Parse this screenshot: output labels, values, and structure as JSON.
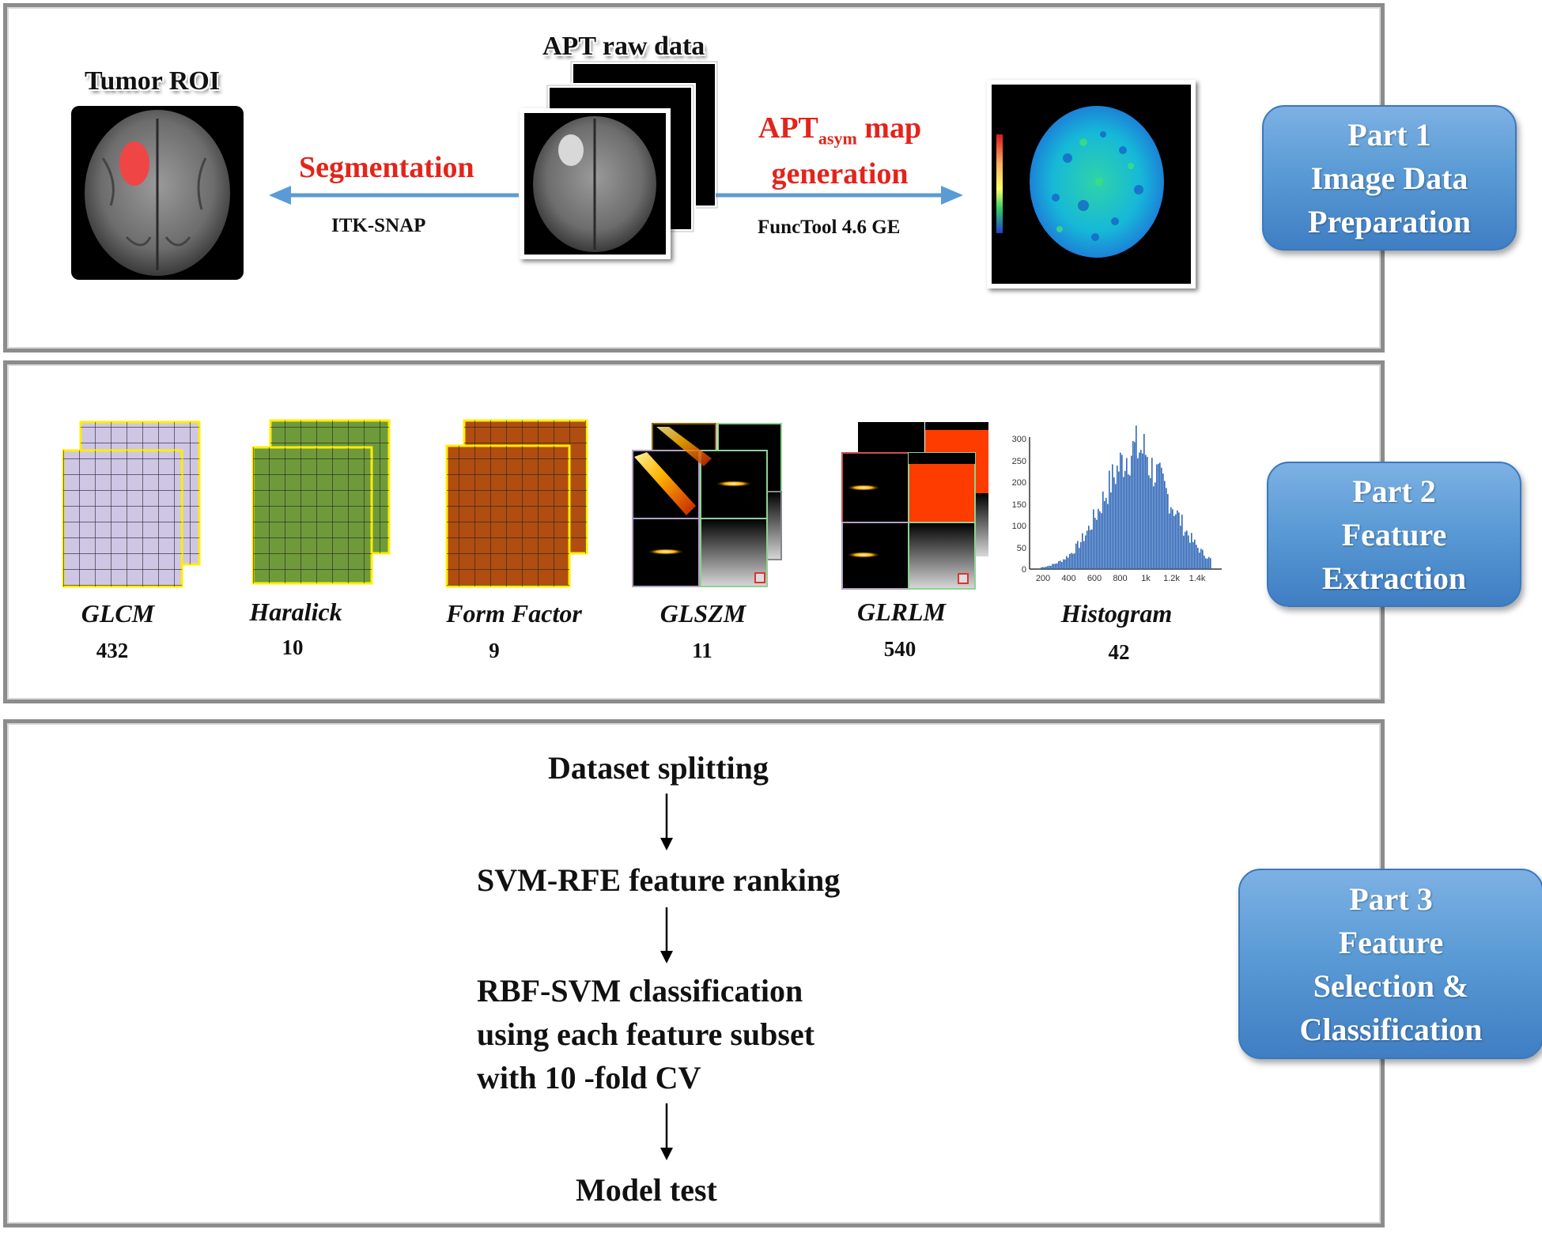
{
  "part1": {
    "badge": [
      "Part 1",
      "Image Data",
      "Preparation"
    ],
    "tumor_roi_title": "Tumor  ROI",
    "apt_raw_title": "APT raw data",
    "segmentation_label": "Segmentation",
    "segmentation_tool": "ITK-SNAP",
    "map_label_main": "APT",
    "map_label_sub": "asym",
    "map_label_rest": " map",
    "map_label_line2": "generation",
    "map_tool": "FuncTool 4.6 GE"
  },
  "part2": {
    "badge": [
      "Part 2",
      "Feature",
      "Extraction"
    ],
    "features": [
      {
        "name": "GLCM",
        "count": "432"
      },
      {
        "name": "Haralick",
        "count": "10"
      },
      {
        "name": "Form Factor",
        "count": "9"
      },
      {
        "name": "GLSZM",
        "count": "11"
      },
      {
        "name": "GLRLM",
        "count": "540"
      },
      {
        "name": "Histogram",
        "count": "42"
      }
    ],
    "histogram": {
      "y_ticks": [
        "300",
        "250",
        "200",
        "150",
        "100",
        "50",
        "0"
      ],
      "x_ticks": [
        "200",
        "400",
        "600",
        "800",
        "1k",
        "1.2k",
        "1.4k"
      ]
    }
  },
  "part3": {
    "badge": [
      "Part 3",
      "Feature",
      "Selection &",
      "Classification"
    ],
    "steps": [
      [
        "Dataset splitting"
      ],
      [
        "SVM-RFE feature ranking"
      ],
      [
        "RBF-SVM classification",
        "using each feature subset",
        "with 10 -fold CV"
      ],
      [
        "Model test"
      ]
    ]
  },
  "colors": {
    "badge_blue": "#5b9bd5",
    "arrow_blue": "#5b9bd5",
    "label_red": "#e3241b",
    "glcm_fill": "#cfc6e6",
    "haralick_fill": "#6f9a3a",
    "formfactor_fill": "#b04d10",
    "grid_border": "#ffee00"
  }
}
